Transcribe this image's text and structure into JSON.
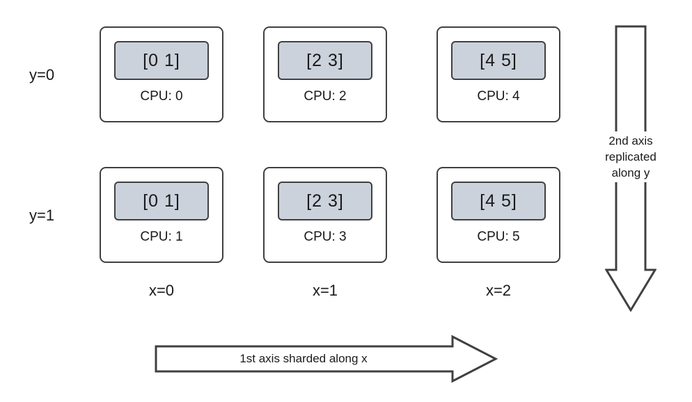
{
  "diagram": {
    "row_labels": [
      "y=0",
      "y=1"
    ],
    "col_labels": [
      "x=0",
      "x=1",
      "x=2"
    ],
    "cells": [
      {
        "shard": "[0 1]",
        "cpu": "CPU: 0"
      },
      {
        "shard": "[2 3]",
        "cpu": "CPU: 2"
      },
      {
        "shard": "[4 5]",
        "cpu": "CPU: 4"
      },
      {
        "shard": "[0 1]",
        "cpu": "CPU: 1"
      },
      {
        "shard": "[2 3]",
        "cpu": "CPU: 3"
      },
      {
        "shard": "[4 5]",
        "cpu": "CPU: 5"
      }
    ],
    "vertical_arrow": {
      "lines": [
        "2nd axis",
        "replicated",
        "along y"
      ]
    },
    "horizontal_arrow": {
      "label": "1st axis sharded along x"
    },
    "colors": {
      "outline": "#404040",
      "shard_fill": "#ccd2dc",
      "background": "#ffffff"
    }
  }
}
